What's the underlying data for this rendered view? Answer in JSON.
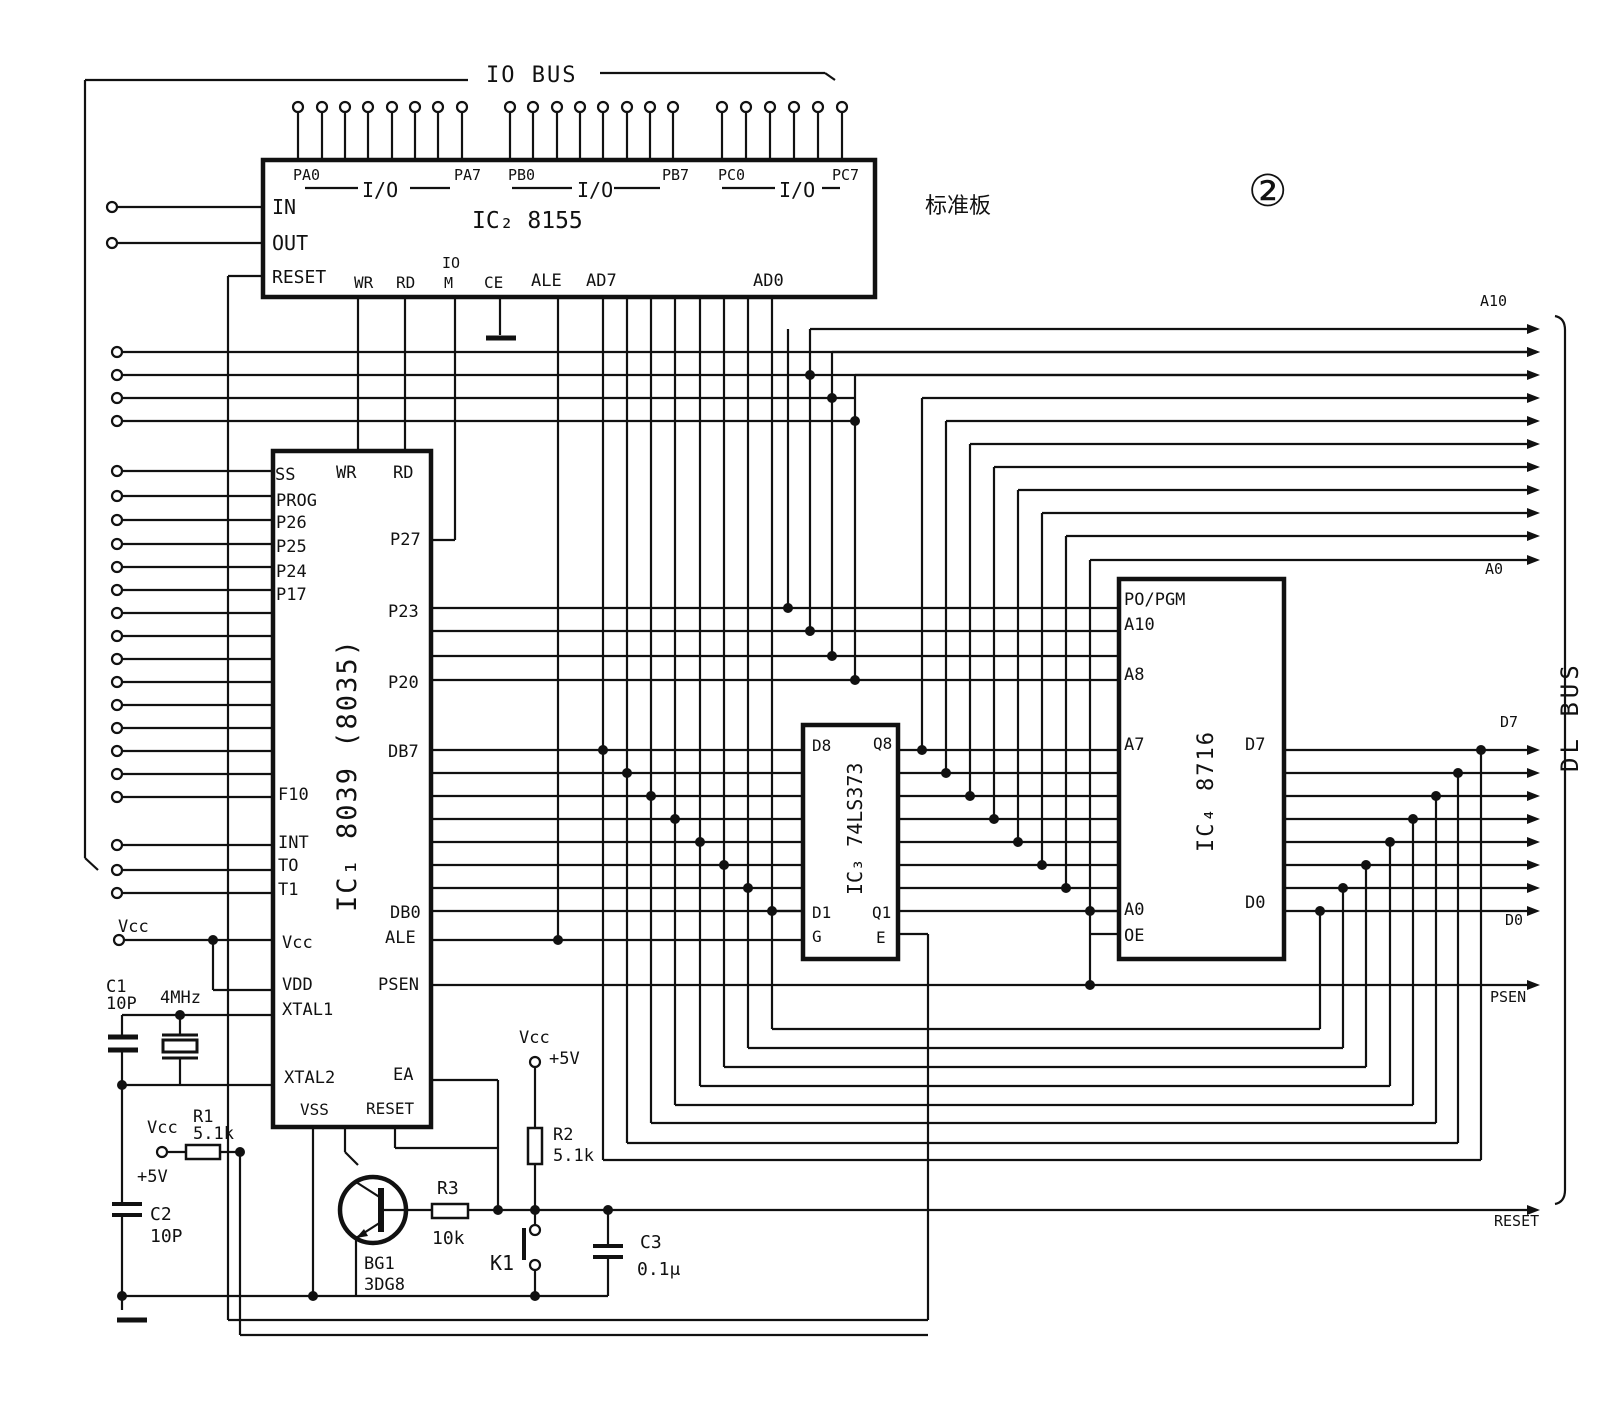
{
  "figure_number": "②",
  "board_label": "标准板",
  "io_bus_label": "IO BUS",
  "dl_bus_label": "DL BUS",
  "ic2": {
    "title": "IC₂  8155",
    "pa0": "PA0",
    "pa7": "PA7",
    "pb0": "PB0",
    "pb7": "PB7",
    "pc0": "PC0",
    "pc7": "PC7",
    "io": "I/O",
    "in": "IN",
    "out": "OUT",
    "reset": "RESET",
    "wr": "WR",
    "rd": "RD",
    "io_m_top": "IO",
    "io_m_bottom": "M",
    "ce": "CE",
    "ale": "ALE",
    "ad7": "AD7",
    "ad0": "AD0"
  },
  "ic1": {
    "title": "IC₁  8039 (8035)",
    "ss": "SS",
    "wr": "WR",
    "rd": "RD",
    "prog": "PROG",
    "p26": "P26",
    "p25": "P25",
    "p24": "P24",
    "p17": "P17",
    "p27": "P27",
    "p23": "P23",
    "p20": "P20",
    "db7": "DB7",
    "f10": "F10",
    "int": "INT",
    "t0": "TO",
    "t1": "T1",
    "vcc": "Vcc",
    "vdd": "VDD",
    "xtal1": "XTAL1",
    "xtal2": "XTAL2",
    "vss": "VSS",
    "db0": "DB0",
    "ale": "ALE",
    "psen": "PSEN",
    "ea": "EA",
    "reset": "RESET"
  },
  "ic3": {
    "title": "IC₃ 74LS373",
    "d8": "D8",
    "q8": "Q8",
    "d1": "D1",
    "q1": "Q1",
    "g": "G",
    "e": "E"
  },
  "ic4": {
    "title": "IC₄  8716",
    "pgm": "PO/PGM",
    "a10": "A10",
    "a8": "A8",
    "a7": "A7",
    "a0": "A0",
    "oe": "OE",
    "d7": "D7",
    "d0": "D0"
  },
  "bus": {
    "a10": "A10",
    "a0": "A0",
    "d7": "D7",
    "d0": "D0",
    "psen": "PSEN",
    "reset": "RESET"
  },
  "parts": {
    "vcc": "Vcc",
    "plus5v": "+5V",
    "c1": "C1",
    "c1_val": "10P",
    "xtal": "4MHz",
    "r1": "R1",
    "r1_val": "5.1k",
    "c2": "C2",
    "c2_val": "10P",
    "bg1": "BG1",
    "bg1_val": "3DG8",
    "r3": "R3",
    "r3_val": "10k",
    "r2": "R2",
    "r2_val": "5.1k",
    "k1": "K1",
    "c3": "C3",
    "c3_val": "0.1μ"
  }
}
